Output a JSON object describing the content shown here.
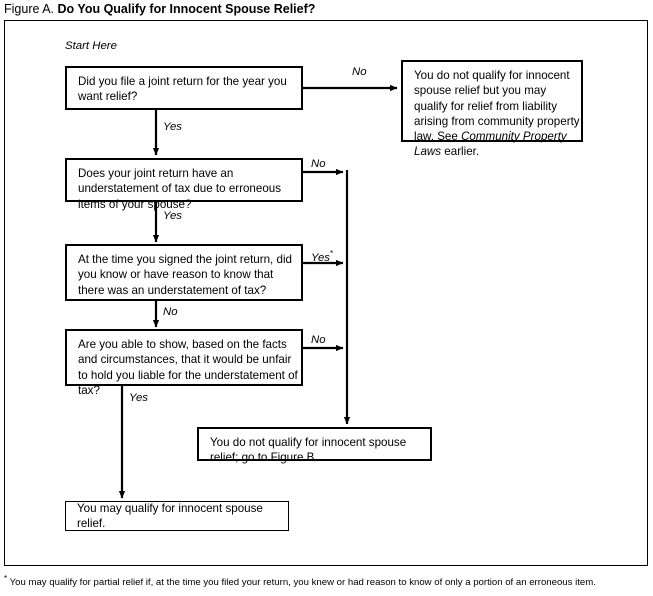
{
  "figure": {
    "label": "Figure A.",
    "title": "Do You Qualify for Innocent Spouse Relief?"
  },
  "start_label": "Start Here",
  "nodes": {
    "q1": "Did you file a joint return for the year you want relief?",
    "q2": "Does your joint return have an understatement of tax due to erroneous items of your spouse?",
    "q3": "At the time you signed the joint return, did you know or have reason to know that there was an understatement of tax?",
    "q4": "Are you able to show, based on the facts and circumstances, that it would be unfair to hold you liable for the understatement of tax?",
    "outcome_community_part1": "You do not qualify for innocent spouse relief but you may qualify for relief from liability arising from community property law. See ",
    "outcome_community_italic": "Community Property Laws",
    "outcome_community_part2": " earlier.",
    "outcome_figureb": "You do not qualify for innocent spouse relief; go to Figure B.",
    "outcome_qualify": "You may qualify for innocent spouse relief."
  },
  "edges": {
    "q1_no": "No",
    "q1_yes": "Yes",
    "q2_no": "No",
    "q2_yes": "Yes",
    "q3_yes": "Yes",
    "q3_yes_asterisk": "*",
    "q3_no": "No",
    "q4_no": "No",
    "q4_yes": "Yes"
  },
  "footnote": {
    "marker": "*",
    "text": "You may qualify for partial relief if, at the time you filed your return, you knew or had reason to know of only a portion of an erroneous item."
  },
  "colors": {
    "ink": "#000000",
    "paper": "#ffffff"
  }
}
